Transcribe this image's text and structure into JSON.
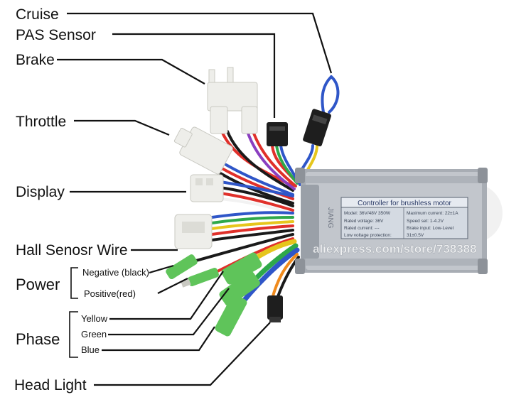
{
  "labels": {
    "cruise": "Cruise",
    "pas_sensor": "PAS Sensor",
    "brake": "Brake",
    "throttle": "Throttle",
    "display": "Display",
    "hall_sensor_wire": "Hall Senosr Wire",
    "power": "Power",
    "power_negative": "Negative (black)",
    "power_positive": "Positive(red)",
    "phase": "Phase",
    "phase_yellow": "Yellow",
    "phase_green": "Green",
    "phase_blue": "Blue",
    "head_light": "Head Light"
  },
  "controller": {
    "title": "Controller for brushless motor",
    "row1_left": "Model: 36V/48V 350W",
    "row1_right": "Maximum current: 22±1A",
    "row2_left": "Rated voltage: 36V",
    "row2_right": "Speed set: 1-4.2V",
    "row3_left": "Rated current: ---",
    "row3_right": "Brake input: Low-Level",
    "row4_left": "Low voltage protection:",
    "row4_right": "31±0.5V"
  },
  "watermark": "aliexpress.com/store/738388",
  "colors": {
    "housing": "#b9bdc4",
    "plate": "#d4dae2",
    "connector_white": "#eeeeea",
    "connector_black": "#1e1e1e",
    "terminal_green": "#5fc45a",
    "wire_red": "#e0302a",
    "wire_blue": "#2f56c8",
    "wire_yellow": "#e6c61c",
    "wire_green": "#2ea84a",
    "wire_black": "#1a1a1a",
    "wire_orange": "#f08a1c",
    "wire_purple": "#8a3ec0",
    "wire_white": "#f2f2f2"
  }
}
